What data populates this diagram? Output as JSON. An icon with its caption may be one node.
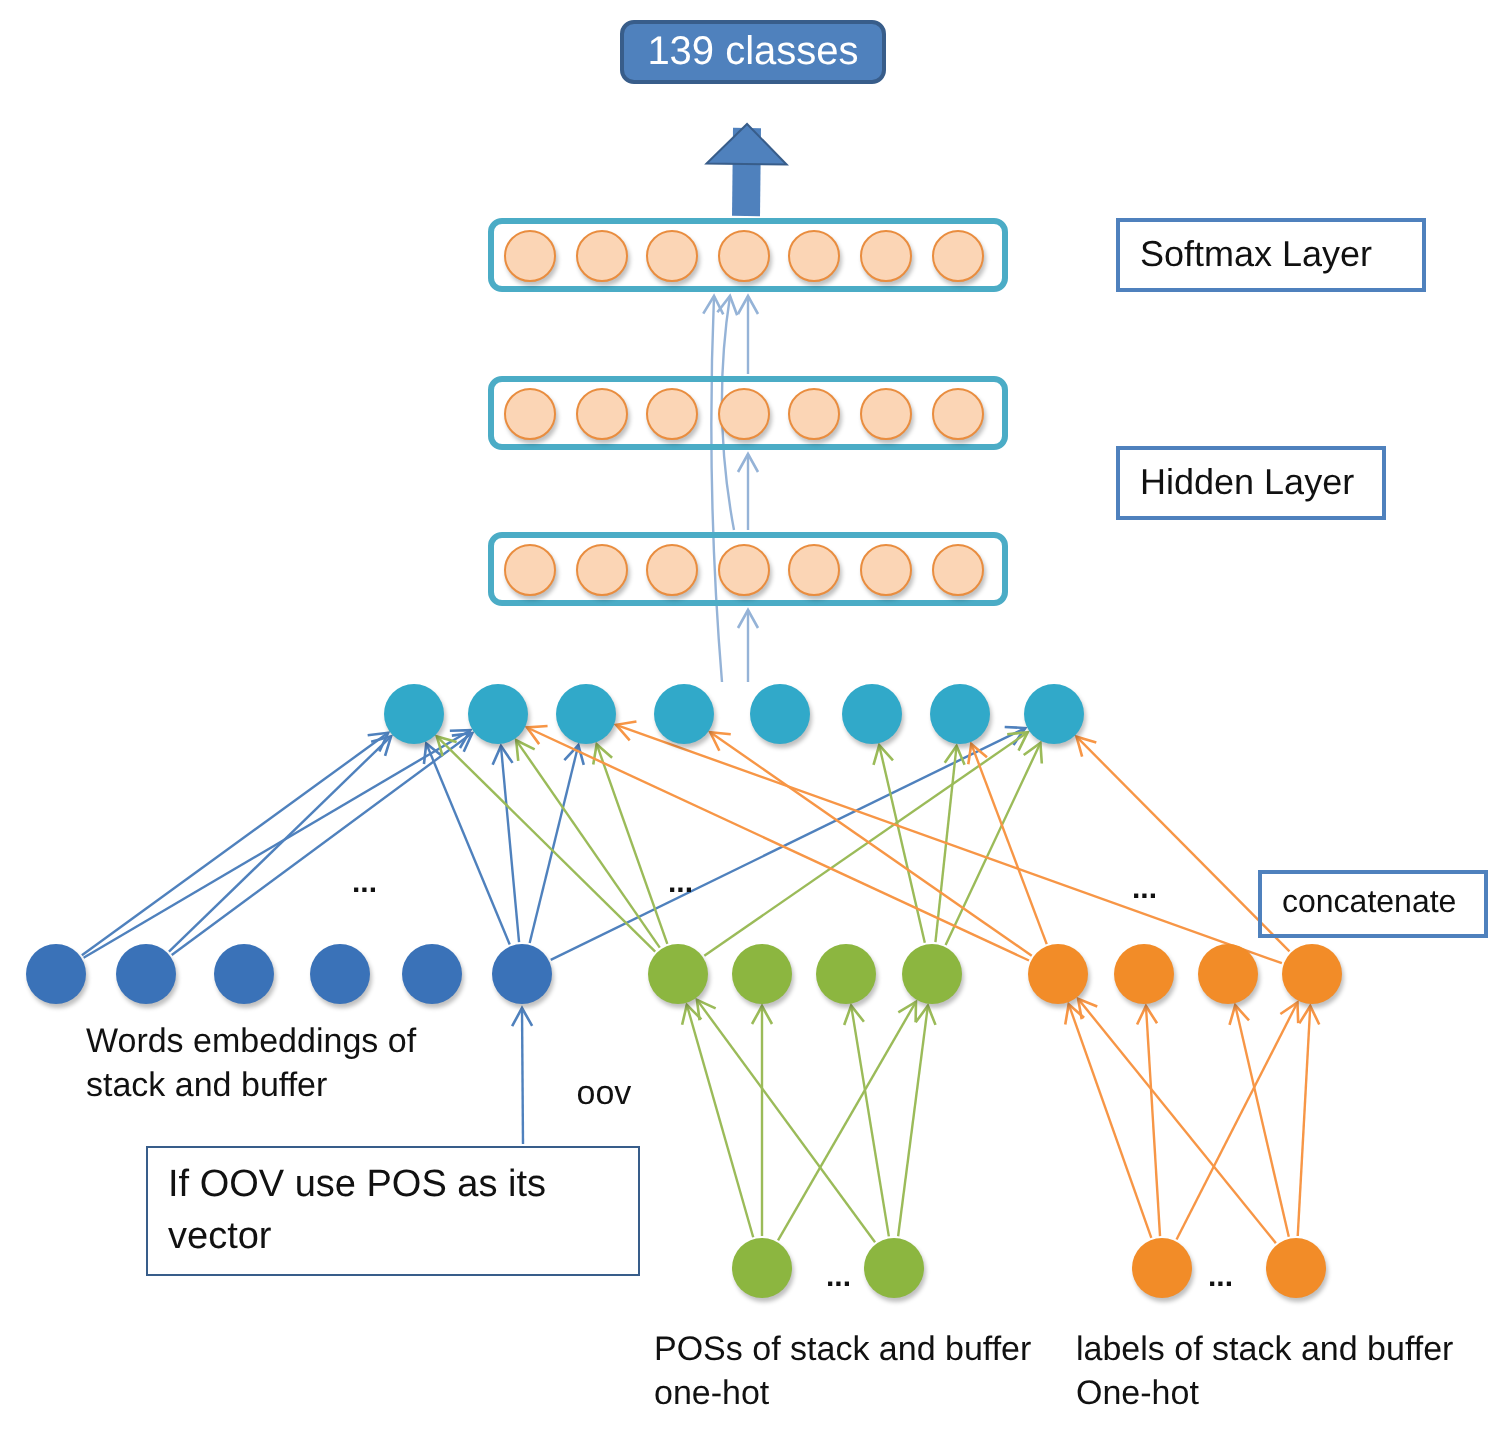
{
  "diagram": {
    "nodes": [
      {
        "text": [
          "139 classes"
        ]
      },
      {
        "text": [],
        "shape": "box"
      },
      {
        "text": [],
        "shape": "circle",
        "in": 1
      },
      {
        "text": [],
        "shape": "circle",
        "in": 1
      },
      {
        "text": [],
        "shape": "circle",
        "in": 1
      },
      {
        "text": [],
        "shape": "circle",
        "in": 1
      },
      {
        "text": [],
        "shape": "circle",
        "in": 1
      },
      {
        "text": [],
        "shape": "circle",
        "in": 1
      },
      {
        "text": [],
        "shape": "circle",
        "in": 1
      },
      {
        "text": [
          "Softmax Layer"
        ]
      },
      {
        "text": [],
        "shape": "box"
      },
      {
        "text": [],
        "shape": "circle",
        "in": 10
      },
      {
        "text": [],
        "shape": "circle",
        "in": 10
      },
      {
        "text": [],
        "shape": "circle",
        "in": 10
      },
      {
        "text": [],
        "shape": "circle",
        "in": 10
      },
      {
        "text": [],
        "shape": "circle",
        "in": 10
      },
      {
        "text": [],
        "shape": "circle",
        "in": 10
      },
      {
        "text": [],
        "shape": "circle",
        "in": 10
      },
      {
        "text": [
          "Hidden Layer"
        ]
      },
      {
        "text": [],
        "shape": "box"
      },
      {
        "text": [],
        "shape": "circle",
        "in": 19
      },
      {
        "text": [],
        "shape": "circle",
        "in": 19
      },
      {
        "text": [],
        "shape": "circle",
        "in": 19
      },
      {
        "text": [],
        "shape": "circle",
        "in": 19
      },
      {
        "text": [],
        "shape": "circle",
        "in": 19
      },
      {
        "text": [],
        "shape": "circle",
        "in": 19
      },
      {
        "text": [],
        "shape": "circle",
        "in": 19
      },
      {
        "text": [],
        "shape": "circle"
      },
      {
        "text": [],
        "shape": "circle"
      },
      {
        "text": [],
        "shape": "circle"
      },
      {
        "text": [],
        "shape": "circle"
      },
      {
        "text": [],
        "shape": "circle"
      },
      {
        "text": [],
        "shape": "circle"
      },
      {
        "text": [],
        "shape": "circle"
      },
      {
        "text": [],
        "shape": "circle"
      },
      {
        "text": [
          "concatenate"
        ]
      },
      {
        "text": [],
        "shape": "circle"
      },
      {
        "text": [],
        "shape": "circle"
      },
      {
        "text": [],
        "shape": "circle"
      },
      {
        "text": [],
        "shape": "circle"
      },
      {
        "text": [],
        "shape": "circle"
      },
      {
        "text": [],
        "shape": "circle"
      },
      {
        "text": [],
        "shape": "circle"
      },
      {
        "text": [],
        "shape": "circle"
      },
      {
        "text": [],
        "shape": "circle"
      },
      {
        "text": [],
        "shape": "circle"
      },
      {
        "text": [],
        "shape": "circle"
      },
      {
        "text": [],
        "shape": "circle"
      },
      {
        "text": [],
        "shape": "circle"
      },
      {
        "text": [],
        "shape": "circle"
      },
      {
        "text": [
          "If OOV use POS as its vector"
        ]
      },
      {
        "text": [],
        "shape": "circle"
      },
      {
        "text": [],
        "shape": "circle"
      },
      {
        "text": [],
        "shape": "circle"
      },
      {
        "text": [],
        "shape": "circle"
      }
    ],
    "edges": [
      {
        "from": 1,
        "to": 0,
        "arrow": "to",
        "style": "thick",
        "color": "#4f81bd"
      },
      {
        "from": 10,
        "to": 1,
        "arrow": "to",
        "color": "#95b3d7"
      },
      {
        "from": 19,
        "to": 10,
        "arrow": "to",
        "color": "#95b3d7"
      },
      {
        "from": 31,
        "to": 19,
        "arrow": "to",
        "color": "#95b3d7"
      },
      {
        "from": 19,
        "to": 1,
        "arrow": "to",
        "color": "#95b3d7"
      },
      {
        "from": 30,
        "to": 1,
        "arrow": "to",
        "color": "#95b3d7"
      },
      {
        "from": 36,
        "to": 27,
        "arrow": "to",
        "color": "#4f81bd"
      },
      {
        "from": 36,
        "to": 28,
        "arrow": "to",
        "color": "#4f81bd"
      },
      {
        "from": 37,
        "to": 27,
        "arrow": "to",
        "color": "#4f81bd"
      },
      {
        "from": 37,
        "to": 28,
        "arrow": "to",
        "color": "#4f81bd"
      },
      {
        "from": 41,
        "to": 27,
        "arrow": "to",
        "color": "#4f81bd"
      },
      {
        "from": 41,
        "to": 28,
        "arrow": "to",
        "color": "#4f81bd"
      },
      {
        "from": 41,
        "to": 29,
        "arrow": "to",
        "color": "#4f81bd"
      },
      {
        "from": 41,
        "to": 34,
        "arrow": "to",
        "color": "#4f81bd"
      },
      {
        "from": 42,
        "to": 27,
        "arrow": "to",
        "color": "#9bbb59"
      },
      {
        "from": 42,
        "to": 28,
        "arrow": "to",
        "color": "#9bbb59"
      },
      {
        "from": 42,
        "to": 29,
        "arrow": "to",
        "color": "#9bbb59"
      },
      {
        "from": 42,
        "to": 34,
        "arrow": "to",
        "color": "#9bbb59"
      },
      {
        "from": 45,
        "to": 32,
        "arrow": "to",
        "color": "#9bbb59"
      },
      {
        "from": 45,
        "to": 33,
        "arrow": "to",
        "color": "#9bbb59"
      },
      {
        "from": 45,
        "to": 34,
        "arrow": "to",
        "color": "#9bbb59"
      },
      {
        "from": 46,
        "to": 28,
        "arrow": "to",
        "color": "#f79646"
      },
      {
        "from": 46,
        "to": 30,
        "arrow": "to",
        "color": "#f79646"
      },
      {
        "from": 46,
        "to": 33,
        "arrow": "to",
        "color": "#f79646"
      },
      {
        "from": 49,
        "to": 29,
        "arrow": "to",
        "color": "#f79646"
      },
      {
        "from": 49,
        "to": 34,
        "arrow": "to",
        "color": "#f79646"
      },
      {
        "from": 50,
        "to": 41,
        "arrow": "to",
        "label": "oov",
        "color": "#4f81bd"
      },
      {
        "from": 51,
        "to": 42,
        "arrow": "to",
        "color": "#9bbb59"
      },
      {
        "from": 51,
        "to": 43,
        "arrow": "to",
        "color": "#9bbb59"
      },
      {
        "from": 51,
        "to": 45,
        "arrow": "to",
        "color": "#9bbb59"
      },
      {
        "from": 52,
        "to": 42,
        "arrow": "to",
        "color": "#9bbb59"
      },
      {
        "from": 52,
        "to": 44,
        "arrow": "to",
        "color": "#9bbb59"
      },
      {
        "from": 52,
        "to": 45,
        "arrow": "to",
        "color": "#9bbb59"
      },
      {
        "from": 53,
        "to": 46,
        "arrow": "to",
        "color": "#f79646"
      },
      {
        "from": 53,
        "to": 47,
        "arrow": "to",
        "color": "#f79646"
      },
      {
        "from": 53,
        "to": 49,
        "arrow": "to",
        "color": "#f79646"
      },
      {
        "from": 54,
        "to": 46,
        "arrow": "to",
        "color": "#f79646"
      },
      {
        "from": 54,
        "to": 48,
        "arrow": "to",
        "color": "#f79646"
      },
      {
        "from": 54,
        "to": 49,
        "arrow": "to",
        "color": "#f79646"
      }
    ],
    "labels": [
      "...",
      "...",
      "...",
      "Words embeddings of stack and buffer",
      "...",
      "...",
      "POSs of stack and buffer one-hot",
      "labels of stack and buffer One-hot"
    ]
  }
}
